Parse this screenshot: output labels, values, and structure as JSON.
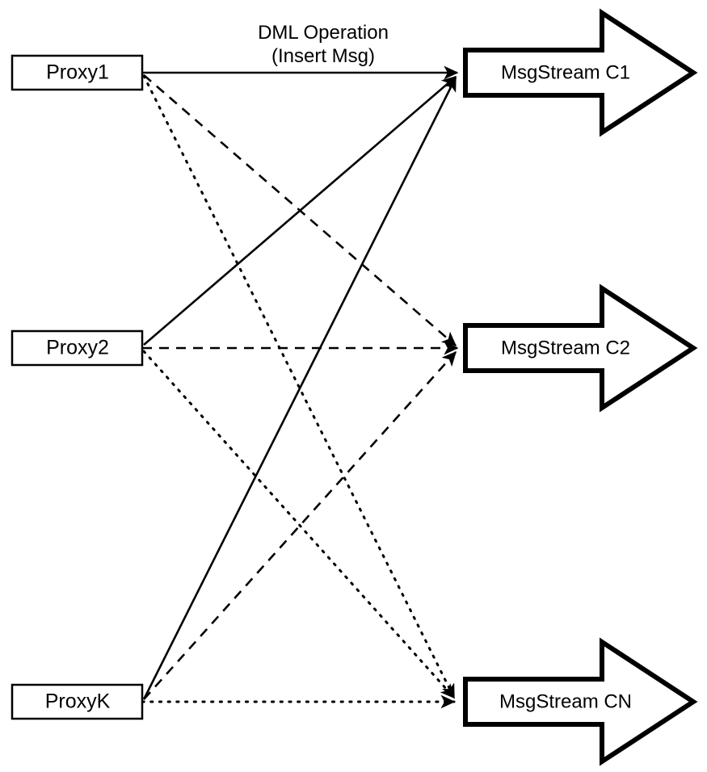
{
  "diagram": {
    "title": "Proxy to MsgStream fan-out diagram",
    "background_color": "#ffffff",
    "stroke_color": "#000000",
    "edge_caption": {
      "line1": "DML Operation",
      "line2": "(Insert Msg)"
    },
    "proxies": [
      {
        "id": "proxy1",
        "label": "Proxy1"
      },
      {
        "id": "proxy2",
        "label": "Proxy2"
      },
      {
        "id": "proxyK",
        "label": "ProxyK"
      }
    ],
    "streams": [
      {
        "id": "c1",
        "label": "MsgStream C1"
      },
      {
        "id": "c2",
        "label": "MsgStream C2"
      },
      {
        "id": "cn",
        "label": "MsgStream CN"
      }
    ],
    "links": [
      {
        "from": "proxy1",
        "to": "c1",
        "style": "solid"
      },
      {
        "from": "proxy1",
        "to": "c2",
        "style": "dashed"
      },
      {
        "from": "proxy1",
        "to": "cn",
        "style": "dotted"
      },
      {
        "from": "proxy2",
        "to": "c1",
        "style": "solid"
      },
      {
        "from": "proxy2",
        "to": "c2",
        "style": "dashed"
      },
      {
        "from": "proxy2",
        "to": "cn",
        "style": "dotted"
      },
      {
        "from": "proxyK",
        "to": "c1",
        "style": "solid"
      },
      {
        "from": "proxyK",
        "to": "c2",
        "style": "dashed"
      },
      {
        "from": "proxyK",
        "to": "cn",
        "style": "dotted"
      }
    ]
  }
}
